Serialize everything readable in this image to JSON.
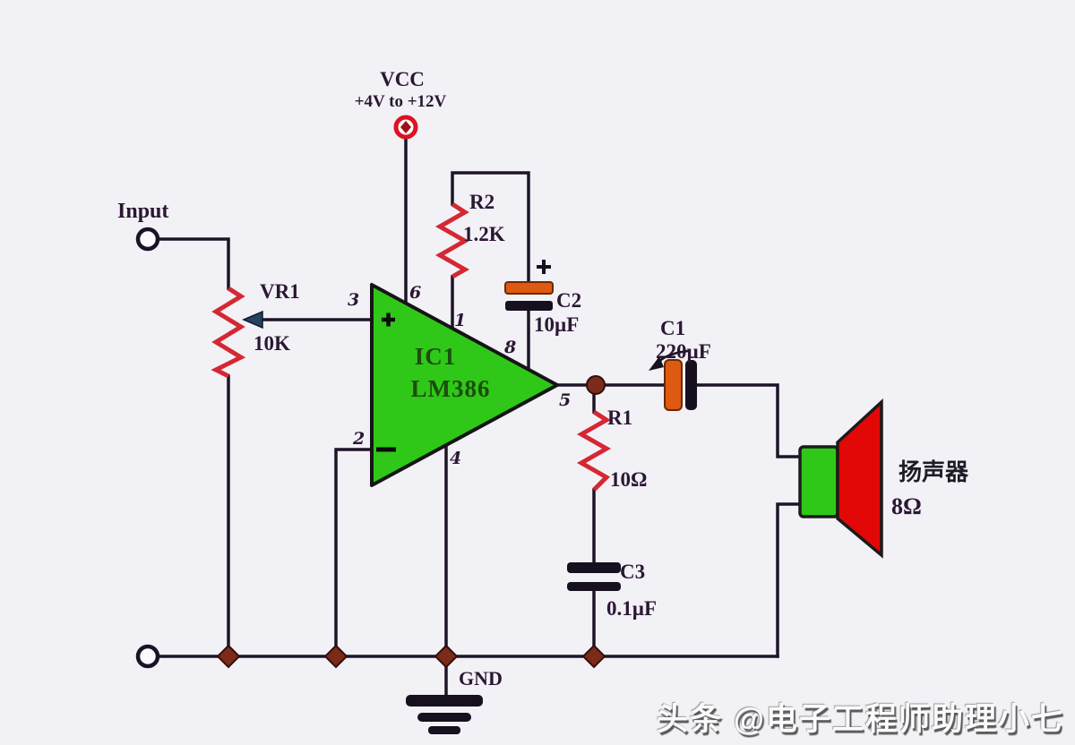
{
  "diagram": {
    "power": {
      "label": "VCC",
      "range": "+4V to +12V"
    },
    "input_label": "Input",
    "gnd_label": "GND",
    "ic": {
      "ref": "IC1",
      "part": "LM386",
      "pins": {
        "p1": "1",
        "p2": "2",
        "p3": "3",
        "p4": "4",
        "p5": "5",
        "p6": "6",
        "p8": "8"
      }
    },
    "components": {
      "vr1": {
        "ref": "VR1",
        "value": "10K"
      },
      "r2": {
        "ref": "R2",
        "value": "1.2K"
      },
      "r1": {
        "ref": "R1",
        "value": "10Ω"
      },
      "c1": {
        "ref": "C1",
        "value": "220µF"
      },
      "c2": {
        "ref": "C2",
        "value": "10µF"
      },
      "c3": {
        "ref": "C3",
        "value": "0.1µF"
      },
      "speaker": {
        "name": "扬声器",
        "impedance": "8Ω"
      }
    },
    "colors": {
      "background": "#f2f1f6",
      "wire": "#1e1428",
      "resistor": "#d42832",
      "ic_fill": "#2fc818",
      "capacitor_positive_plate": "#dd5a10",
      "capacitor_plate": "#17101e",
      "junction": "#7c2a1a",
      "vcc_ring": "#dd1222",
      "speaker_cone": "#e20808",
      "speaker_body": "#2fc818"
    }
  },
  "watermark": {
    "text": "头条 @电子工程师助理小七"
  }
}
